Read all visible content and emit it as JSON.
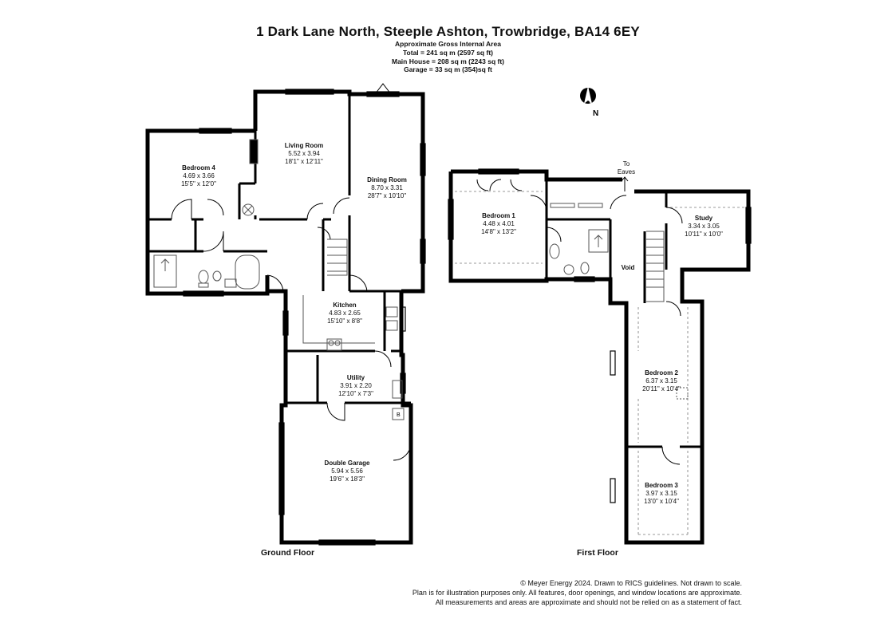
{
  "header": {
    "address": "1 Dark Lane North, Steeple Ashton, Trowbridge, BA14 6EY",
    "area_heading": "Approximate Gross Internal Area",
    "area_total": "Total = 241 sq m (2597 sq ft)",
    "area_main": "Main House = 208 sq m (2243 sq ft)",
    "area_garage": "Garage = 33 sq m (354)sq ft"
  },
  "compass": {
    "label": "N",
    "icon": "north-arrow-icon"
  },
  "ground_floor": {
    "label": "Ground Floor",
    "rooms": [
      {
        "name": "Bedroom 4",
        "metric": "4.69 x 3.66",
        "imperial": "15'5\" x 12'0\""
      },
      {
        "name": "Living Room",
        "metric": "5.52 x 3.94",
        "imperial": "18'1\" x 12'11\""
      },
      {
        "name": "Dining Room",
        "metric": "8.70 x 3.31",
        "imperial": "28'7\" x 10'10\""
      },
      {
        "name": "Kitchen",
        "metric": "4.83 x 2.65",
        "imperial": "15'10\" x 8'8\""
      },
      {
        "name": "Utility",
        "metric": "3.91 x 2.20",
        "imperial": "12'10\" x 7'3\""
      },
      {
        "name": "Double Garage",
        "metric": "5.94 x 5.56",
        "imperial": "19'6\" x 18'3\""
      }
    ],
    "boiler_label": "B"
  },
  "first_floor": {
    "label": "First Floor",
    "rooms": [
      {
        "name": "Bedroom 1",
        "metric": "4.48 x 4.01",
        "imperial": "14'8\" x 13'2\""
      },
      {
        "name": "Study",
        "metric": "3.34 x 3.05",
        "imperial": "10'11\" x 10'0\""
      },
      {
        "name": "Bedroom 2",
        "metric": "6.37 x 3.15",
        "imperial": "20'11\" x 10'4\""
      },
      {
        "name": "Bedroom 3",
        "metric": "3.97 x 3.15",
        "imperial": "13'0\" x 10'4\""
      }
    ],
    "void_label": "Void",
    "eaves_label_1": "To",
    "eaves_label_2": "Eaves"
  },
  "footer": {
    "line1": "© Meyer Energy 2024. Drawn to RICS guidelines.  Not drawn to scale.",
    "line2": "Plan is for illustration purposes only. All features, door openings, and window locations are approximate.",
    "line3": "All measurements and areas are approximate and should not be relied on as a statement of fact."
  },
  "colors": {
    "wall": "#000000",
    "fixture": "#555555",
    "background": "#ffffff"
  }
}
